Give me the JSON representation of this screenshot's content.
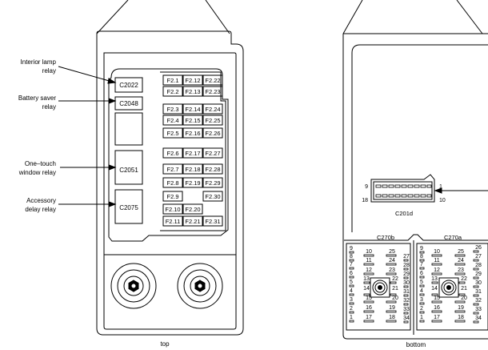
{
  "callouts": {
    "interior_lamp": [
      "Interior lamp",
      "relay"
    ],
    "battery_saver": [
      "Battery saver",
      "relay"
    ],
    "one_touch": [
      "One–touch",
      "window relay"
    ],
    "accessory_delay": [
      "Accessory",
      "delay relay"
    ]
  },
  "relays": {
    "r1": "C2022",
    "r2": "C2048",
    "r3": "C2051",
    "r4": "C2075"
  },
  "fuses": {
    "f1": "F2.1",
    "f12": "F2.12",
    "f22": "F2.22",
    "f2": "F2.2",
    "f13": "F2.13",
    "f23": "F2.23",
    "f3": "F2.3",
    "f14": "F2.14",
    "f24": "F2.24",
    "f4": "F2.4",
    "f15": "F2.15",
    "f25": "F2.25",
    "f5": "F2.5",
    "f16": "F2.16",
    "f26": "F2.26",
    "f6": "F2.6",
    "f17": "F2.17",
    "f27": "F2.27",
    "f7": "F2.7",
    "f18": "F2.18",
    "f28": "F2.28",
    "f8": "F2.8",
    "f19": "F2.19",
    "f29": "F2.29",
    "f9": "F2.9",
    "f30": "F2.30",
    "f10": "F2.10",
    "f20": "F2.20",
    "f11": "F2.11",
    "f21": "F2.21",
    "f31": "F2.31"
  },
  "connector_c201d": {
    "name": "C201d",
    "pin_top_left": "9",
    "pin_top_right": "1",
    "pin_bottom_left": "18",
    "pin_bottom_right": "10"
  },
  "connector_c270b": {
    "name": "C270b",
    "left_pins": [
      "9",
      "8",
      "7",
      "6",
      "5",
      "4",
      "3",
      "2",
      "1"
    ],
    "inner_left": [
      "10",
      "11",
      "12",
      "13",
      "14",
      "15",
      "16",
      "17"
    ],
    "inner_right": [
      "25",
      "24",
      "23",
      "22",
      "21",
      "20",
      "19",
      "18"
    ],
    "right_pins": [
      "27",
      "28",
      "29",
      "30",
      "31",
      "32",
      "33",
      "34"
    ]
  },
  "connector_c270a": {
    "name": "C270a",
    "left_pins": [
      "9",
      "8",
      "7",
      "6",
      "5",
      "4",
      "3",
      "2",
      "1"
    ],
    "inner_left": [
      "10",
      "11",
      "12",
      "13",
      "14",
      "15",
      "16",
      "17"
    ],
    "inner_right": [
      "25",
      "24",
      "23",
      "22",
      "21",
      "20",
      "19",
      "18"
    ],
    "right_pins": [
      "26",
      "27",
      "28",
      "29",
      "30",
      "31",
      "32",
      "33",
      "34"
    ]
  },
  "view_labels": {
    "top": "top",
    "bottom": "bottom"
  }
}
